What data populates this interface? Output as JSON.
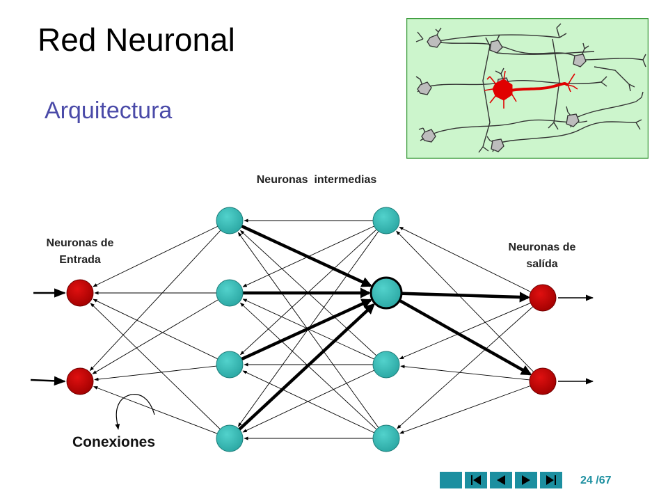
{
  "slide": {
    "title": "Red Neuronal",
    "subtitle": "Arquitectura"
  },
  "labels": {
    "intermediate": "Neuronas  intermedias",
    "input_line1": "Neuronas de",
    "input_line2": "Entrada",
    "output_line1": "Neuronas de",
    "output_line2": "salída",
    "connections": "Conexiones"
  },
  "colors": {
    "input_node": "#c00000",
    "hidden_node": "#3bbdb8",
    "output_node": "#c00000",
    "image_bg": "#ccf5cc",
    "image_border": "#3a9a3a",
    "accent": "#1c8fa0"
  },
  "navigation": {
    "current": "24",
    "total": "/67",
    "buttons": [
      "blank-icon",
      "first-page-icon",
      "previous-page-icon",
      "next-page-icon",
      "last-page-icon"
    ]
  }
}
